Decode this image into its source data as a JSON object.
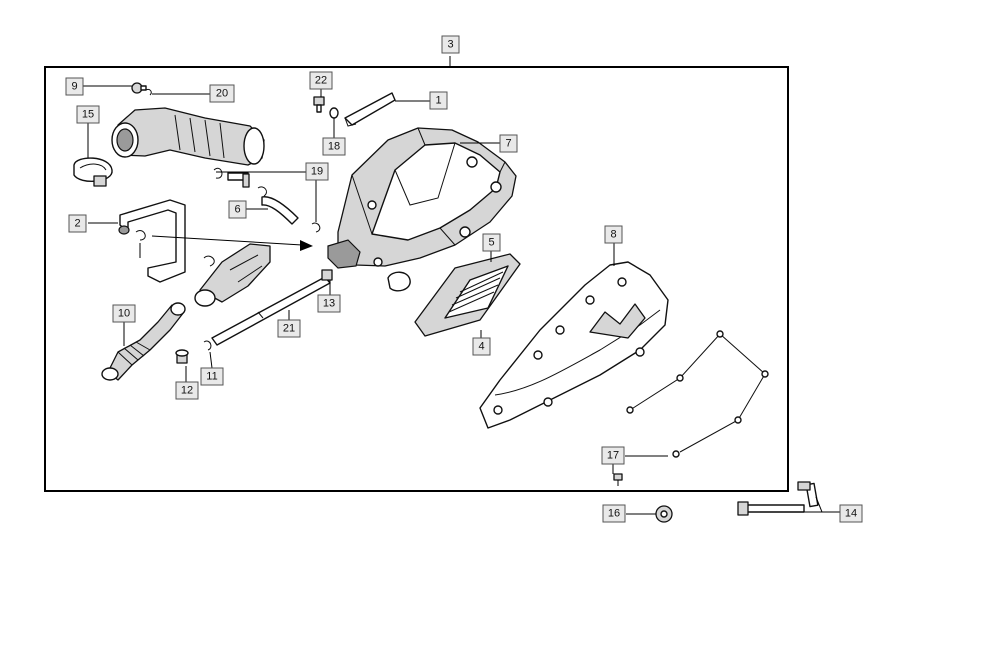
{
  "callouts": {
    "c1": "1",
    "c2": "2",
    "c3": "3",
    "c4": "4",
    "c5": "5",
    "c6": "6",
    "c7": "7",
    "c8": "8",
    "c9": "9",
    "c10": "10",
    "c11": "11",
    "c12": "12",
    "c13": "13",
    "c14": "14",
    "c15": "15",
    "c16": "16",
    "c17": "17",
    "c18": "18",
    "c19": "19",
    "c20": "20",
    "c21": "21",
    "c22": "22"
  },
  "colors": {
    "frame": "#000000",
    "callout_fill": "#e9e9e9",
    "callout_border": "#555555",
    "part_shading": "#d6d6d6"
  }
}
